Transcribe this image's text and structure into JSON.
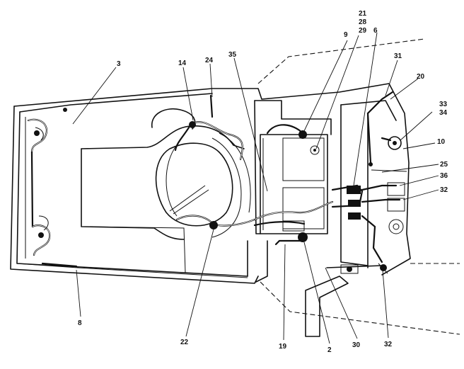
{
  "callouts": [
    {
      "id": "c3",
      "text": "3"
    },
    {
      "id": "c14",
      "text": "14"
    },
    {
      "id": "c24",
      "text": "24"
    },
    {
      "id": "c35",
      "text": "35"
    },
    {
      "id": "c9",
      "text": "9"
    },
    {
      "id": "c21",
      "text": "21"
    },
    {
      "id": "c28",
      "text": "28"
    },
    {
      "id": "c29",
      "text": "29"
    },
    {
      "id": "c6",
      "text": "6"
    },
    {
      "id": "c31",
      "text": "31"
    },
    {
      "id": "c20",
      "text": "20"
    },
    {
      "id": "c33",
      "text": "33"
    },
    {
      "id": "c34",
      "text": "34"
    },
    {
      "id": "c10",
      "text": "10"
    },
    {
      "id": "c25",
      "text": "25"
    },
    {
      "id": "c36",
      "text": "36"
    },
    {
      "id": "c32a",
      "text": "32"
    },
    {
      "id": "c8",
      "text": "8"
    },
    {
      "id": "c22",
      "text": "22"
    },
    {
      "id": "c19",
      "text": "19"
    },
    {
      "id": "c2",
      "text": "2"
    },
    {
      "id": "c30",
      "text": "30"
    },
    {
      "id": "c32b",
      "text": "32"
    }
  ]
}
